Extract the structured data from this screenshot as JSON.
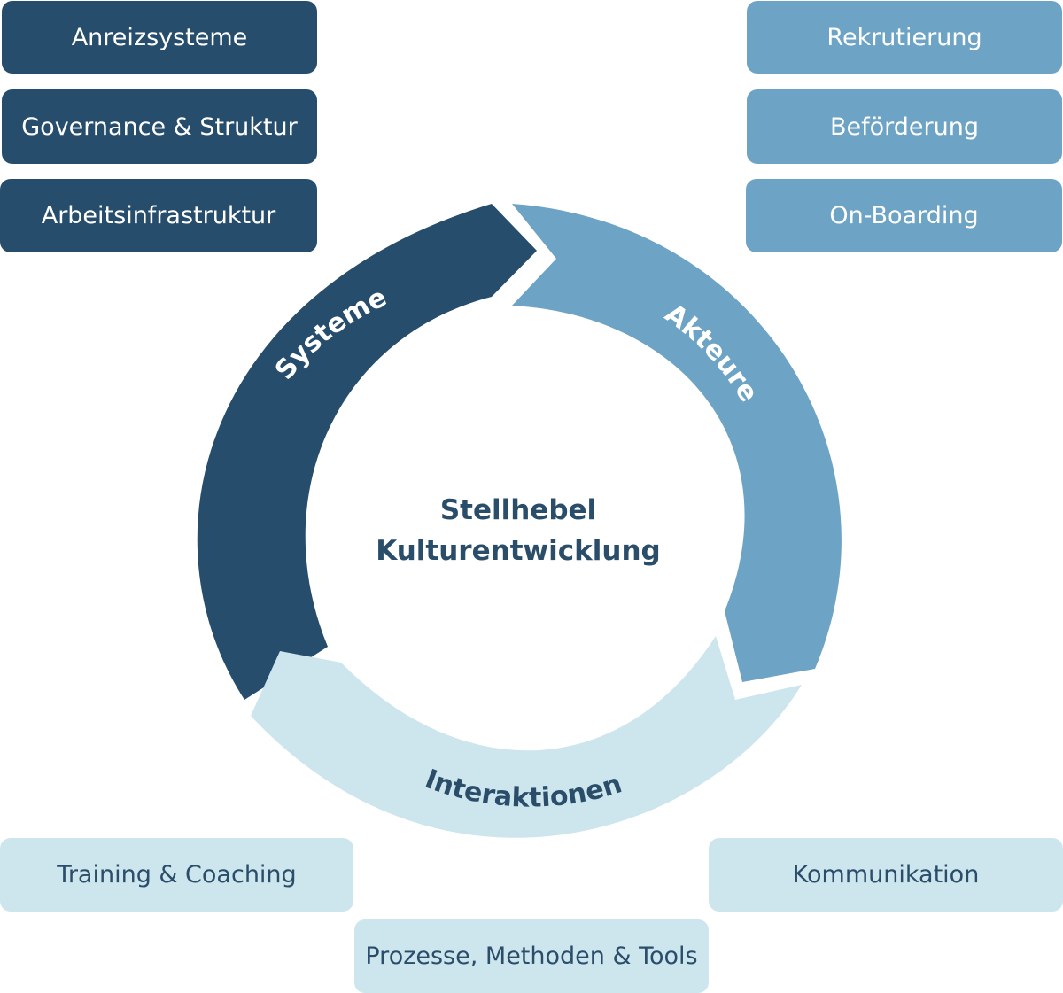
{
  "diagram": {
    "center": {
      "line1": "Stellhebel",
      "line2": "Kulturentwicklung"
    },
    "segments": {
      "systeme": {
        "label": "Systeme",
        "color": "#274d6c"
      },
      "akteure": {
        "label": "Akteure",
        "color": "#6da3c4"
      },
      "interaktionen": {
        "label": "Interaktionen",
        "color": "#cde5ec"
      }
    },
    "systeme_items": [
      "Anreizsysteme",
      "Governance & Struktur",
      "Arbeitsinfrastruktur"
    ],
    "akteure_items": [
      "Rekrutierung",
      "Beförderung",
      "On-Boarding"
    ],
    "interaktionen_items": [
      "Training & Coaching",
      "Kommunikation",
      "Prozesse, Methoden & Tools"
    ]
  }
}
